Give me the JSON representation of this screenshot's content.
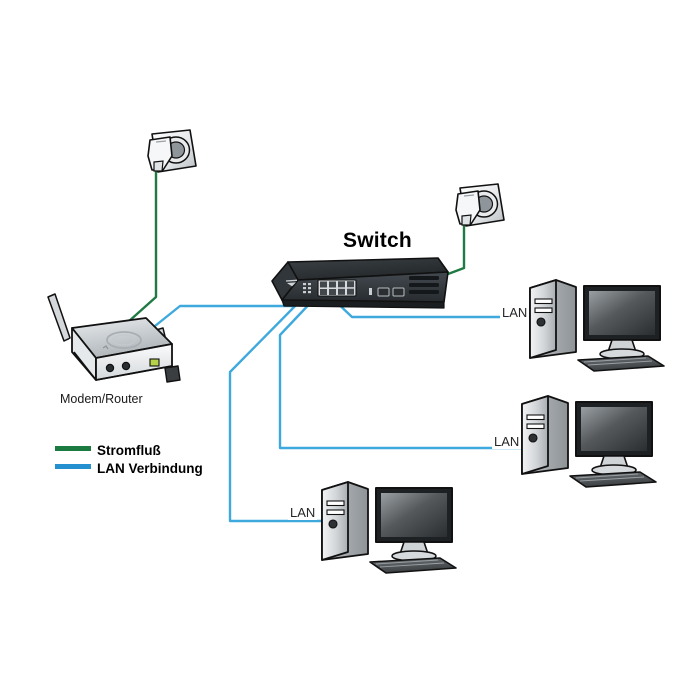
{
  "diagram": {
    "title": "Switch",
    "background": "#ffffff",
    "devices": {
      "modem_router": {
        "label": "Modem/Router",
        "icon": "wireless-router-icon",
        "body_color": "#d9dde0",
        "top_color": "#c2c8cc",
        "antenna_count": 2
      },
      "switch": {
        "label": "Switch",
        "icon": "network-switch-icon",
        "body_color": "#2e3338",
        "top_color": "#22262a",
        "rj45_ports": 8,
        "sfp_ports": 2
      },
      "wall_outlets": [
        {
          "icon": "power-outlet-icon",
          "name": "outlet-left"
        },
        {
          "icon": "power-outlet-icon",
          "name": "outlet-right"
        }
      ],
      "computers": [
        {
          "name": "computer-1",
          "lan_label": "LAN",
          "icon": "desktop-computer-icon"
        },
        {
          "name": "computer-2",
          "lan_label": "LAN",
          "icon": "desktop-computer-icon"
        },
        {
          "name": "computer-3",
          "lan_label": "LAN",
          "icon": "desktop-computer-icon"
        }
      ]
    },
    "legend": {
      "items": [
        {
          "label": "Stromfluß",
          "color": "#1a7a3f",
          "name": "legend-power"
        },
        {
          "label": "LAN Verbindung",
          "color": "#2490d0",
          "name": "legend-lan"
        }
      ]
    },
    "colors": {
      "power_cable": "#1f7a43",
      "lan_cable": "#3fa9dd",
      "outline": "#111111",
      "label_text": "#1a1a1a"
    }
  }
}
